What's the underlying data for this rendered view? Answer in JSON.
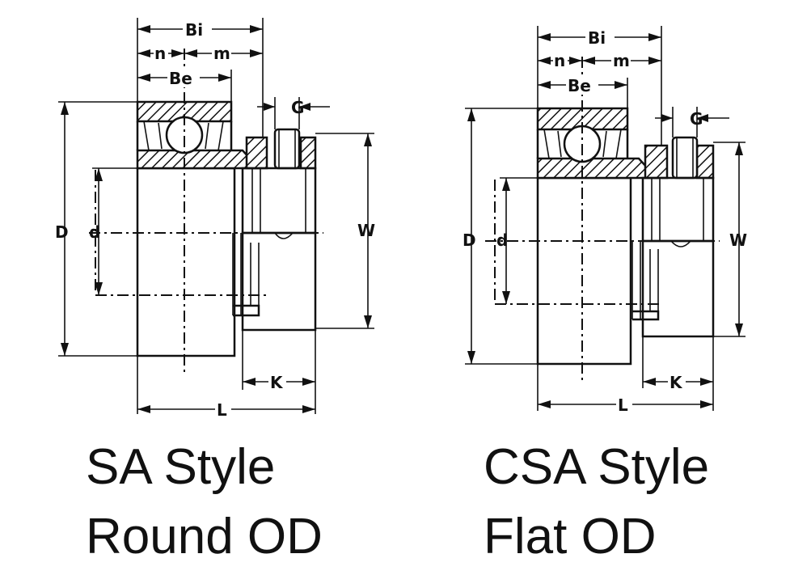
{
  "diagrams": [
    {
      "labels": {
        "Bi": "Bi",
        "n": "n",
        "m": "m",
        "Be": "Be",
        "G": "G",
        "D": "D",
        "d": "d",
        "W": "W",
        "K": "K",
        "L": "L"
      },
      "caption": [
        "SA Style",
        "Round OD"
      ]
    },
    {
      "labels": {
        "Bi": "Bi",
        "n": "n",
        "m": "m",
        "Be": "Be",
        "G": "G",
        "D": "D",
        "d": "d",
        "W": "W",
        "K": "K",
        "L": "L"
      },
      "caption": [
        "CSA Style",
        "Flat OD"
      ]
    }
  ]
}
